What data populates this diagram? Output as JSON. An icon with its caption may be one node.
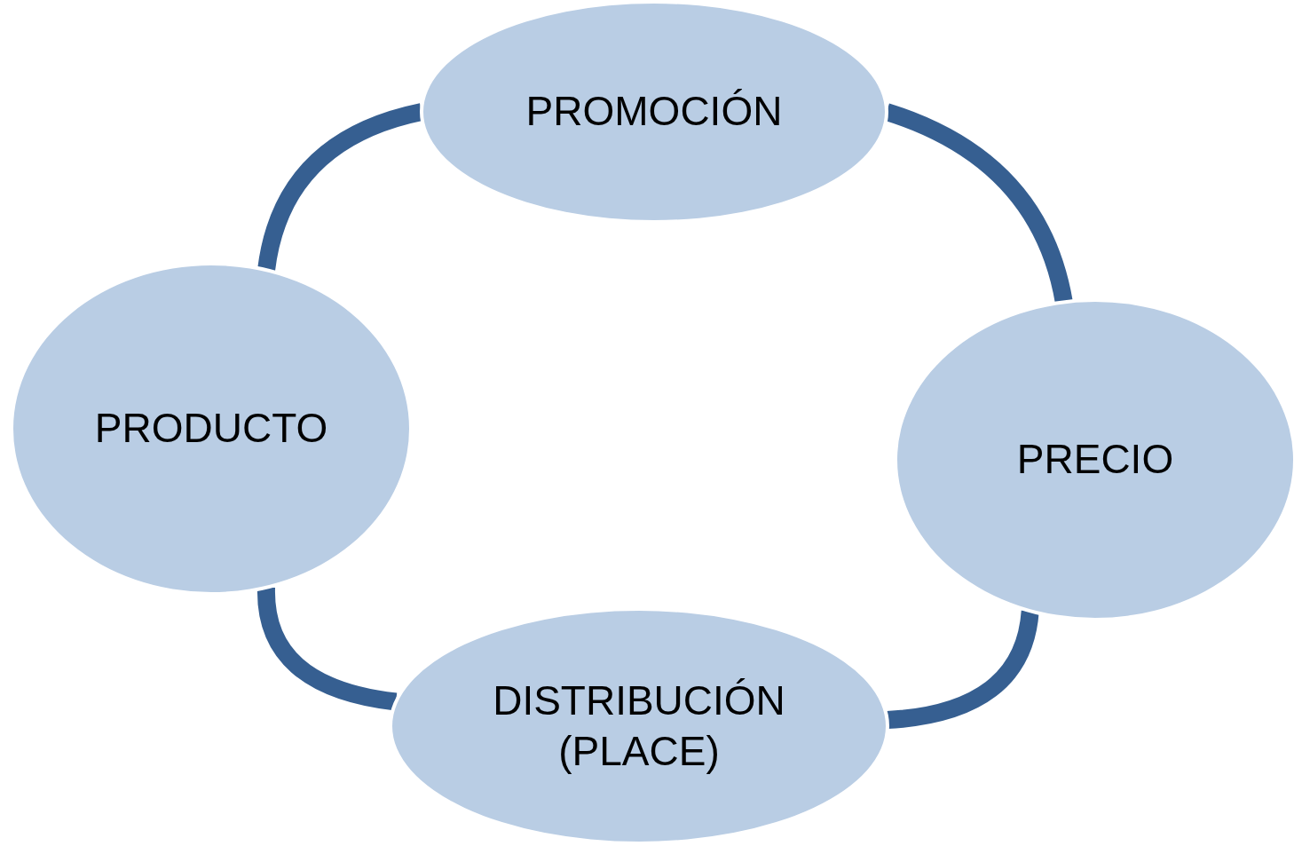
{
  "diagram": {
    "nodes": [
      {
        "text": [
          "PROMOCIÓN"
        ]
      },
      {
        "text": [
          "PRODUCTO"
        ]
      },
      {
        "text": [
          "PRECIO"
        ]
      },
      {
        "text": [
          "DISTRIBUCIÓN (PLACE)"
        ]
      }
    ],
    "edges": [
      {
        "from": 1,
        "to": 0,
        "arrow": "none"
      },
      {
        "from": 0,
        "to": 2,
        "arrow": "none"
      },
      {
        "from": 2,
        "to": 3,
        "arrow": "none"
      },
      {
        "from": 3,
        "to": 1,
        "arrow": "none"
      }
    ]
  }
}
